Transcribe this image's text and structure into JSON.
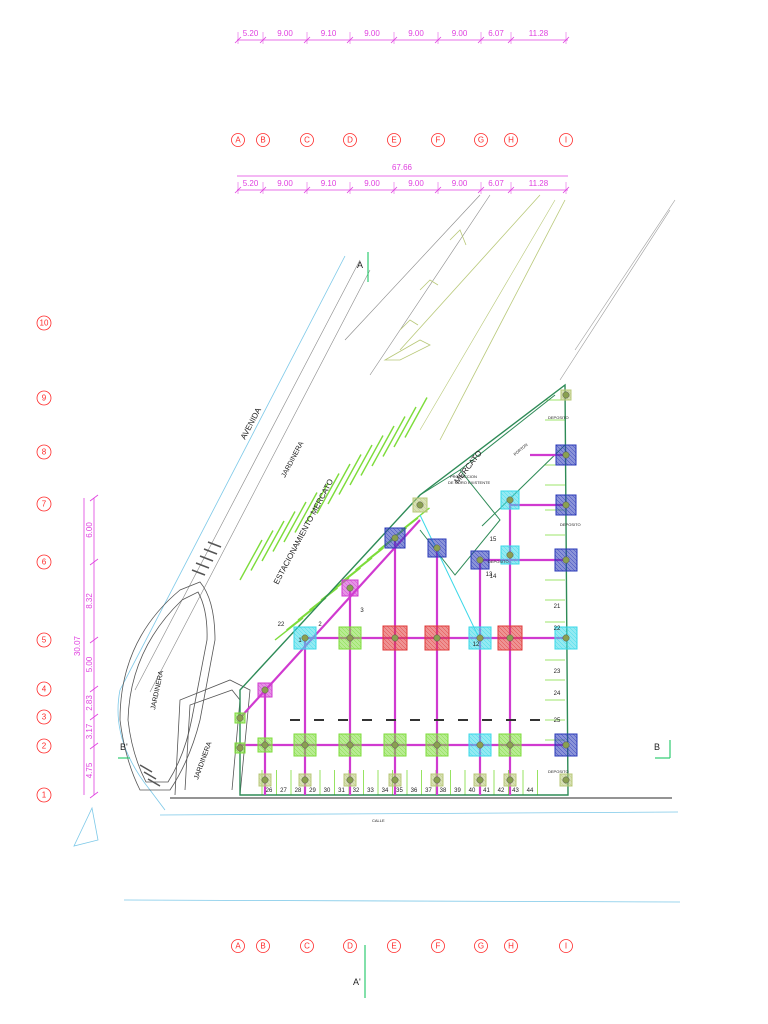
{
  "dimensions_top": [
    "5.20",
    "9.00",
    "9.10",
    "9.00",
    "9.00",
    "9.00",
    "6.07",
    "11.28"
  ],
  "dimensions_mid": [
    "5.20",
    "9.00",
    "9.10",
    "9.00",
    "9.00",
    "9.00",
    "6.07",
    "11.28"
  ],
  "total_width": "67.66",
  "axes_x": [
    "A",
    "B",
    "C",
    "D",
    "E",
    "F",
    "G",
    "H",
    "I"
  ],
  "axes_y": [
    "1",
    "2",
    "3",
    "4",
    "5",
    "6",
    "7",
    "8",
    "9",
    "10"
  ],
  "dimensions_left": [
    "4.75",
    "3.17",
    "2.83",
    "5.00",
    "8.32",
    "6.00"
  ],
  "total_height": "30.07",
  "section_marks": {
    "a": "A",
    "a_prime": "A'",
    "b": "B",
    "b_prime": "B'"
  },
  "labels": {
    "avenida": "AVENIDA",
    "jardinera_top": "JARDINERA",
    "estacionamiento": "ESTACIONAMIENTO MERCATO",
    "mercato": "MERCATO",
    "jardinera_left": "JARDINERA",
    "jardinera_bottom": "JARDINERA",
    "proyeccion": "PROYECCION",
    "muro": "DE MURO EXISTENTE",
    "deposito_1": "DEPOSITO",
    "deposito_2": "DEPOSITO",
    "deposito_3": "DEPOSITO",
    "deposito_4": "DEPOSITO",
    "porton": "PORTON",
    "street_small": "CALLE"
  },
  "stall_numbers_bottom": [
    "26",
    "27",
    "28",
    "29",
    "30",
    "31",
    "32",
    "33",
    "34",
    "35",
    "36",
    "37",
    "38",
    "39",
    "40",
    "41",
    "42",
    "43",
    "44"
  ],
  "stall_numbers_right": [
    "21",
    "22",
    "23",
    "24",
    "25"
  ],
  "stall_numbers_misc": [
    "1",
    "2",
    "3",
    "12",
    "13",
    "14",
    "15",
    "22"
  ],
  "colors": {
    "dimension": "#e040e0",
    "axis": "#ff2a2a",
    "green": "#7ddc3a",
    "blue": "#2a3ab8",
    "red": "#e03a3a",
    "cyan": "#3ad8e8",
    "magenta": "#d03ad0",
    "olive": "#b8c878"
  }
}
